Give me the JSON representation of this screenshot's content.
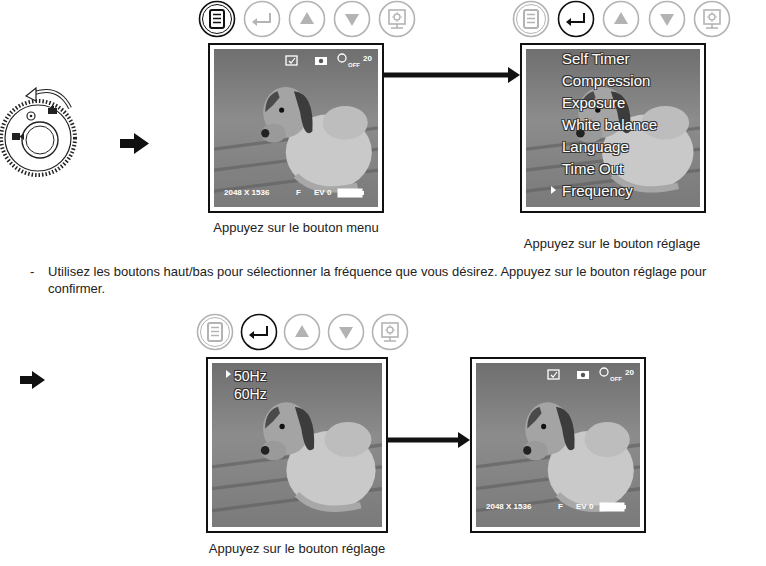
{
  "diagram": {
    "nodes": [
      {
        "text": [
          "OFF",
          "20",
          "2048 X 1536",
          "F",
          "EV 0"
        ]
      },
      {
        "text": [
          "Self Timer",
          "Compression",
          "Exposure",
          "White balance",
          "Language",
          "Time Out",
          "Frequency"
        ]
      },
      {
        "text": [
          "50Hz",
          "60Hz"
        ]
      },
      {
        "text": [
          "OFF",
          "20",
          "2048 X 1536",
          "F",
          "EV 0"
        ]
      }
    ],
    "edges": [
      {
        "from": 0,
        "to": 1,
        "arrow": "to"
      },
      {
        "from": 2,
        "to": 3,
        "arrow": "to"
      }
    ],
    "labels": [
      "Appuyez sur le bouton menu",
      "Appuyez sur le bouton réglage",
      "-",
      "Utilisez les boutons haut/bas pour sélectionner la fréquence que vous désirez. Appuyez sur le bouton réglage pour confirmer.",
      "Appuyez sur le bouton réglage"
    ]
  }
}
